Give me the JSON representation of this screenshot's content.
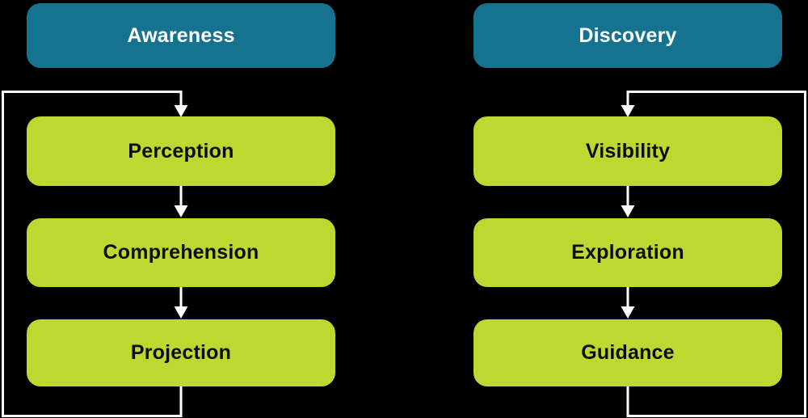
{
  "colors": {
    "background": "#000000",
    "header_fill": "#16738F",
    "step_fill": "#BED832",
    "connector": "#FFFFFF",
    "header_text": "#FFFFFF",
    "step_text": "#0D0D0D"
  },
  "columns": [
    {
      "id": "awareness",
      "header": "Awareness",
      "steps": [
        "Perception",
        "Comprehension",
        "Projection"
      ]
    },
    {
      "id": "discovery",
      "header": "Discovery",
      "steps": [
        "Visibility",
        "Exploration",
        "Guidance"
      ]
    }
  ]
}
